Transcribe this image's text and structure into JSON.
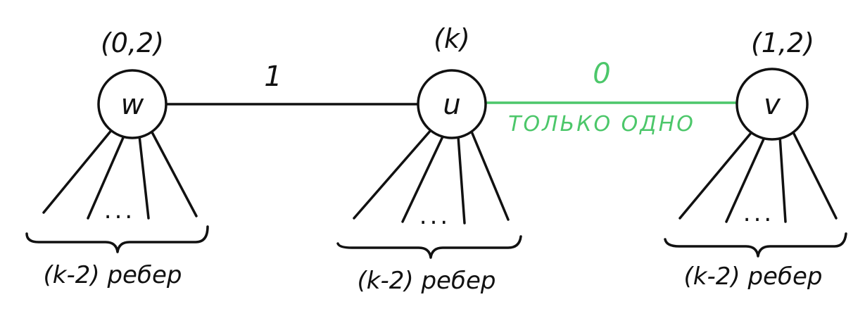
{
  "colors": {
    "ink": "#111111",
    "highlight": "#4cc76a"
  },
  "edges": {
    "w_u": {
      "weight": "1"
    },
    "u_v": {
      "weight": "0",
      "note": "ТОЛЬКО ОДНО"
    }
  },
  "nodes": {
    "w": {
      "label": "w",
      "param": "(0,2)",
      "dots": "...",
      "count": "(k-2) ребер"
    },
    "u": {
      "label": "u",
      "param": "(k)",
      "dots": "...",
      "count": "(k-2) ребер"
    },
    "v": {
      "label": "v",
      "param": "(1,2)",
      "dots": "...",
      "count": "(k-2) ребер"
    }
  }
}
